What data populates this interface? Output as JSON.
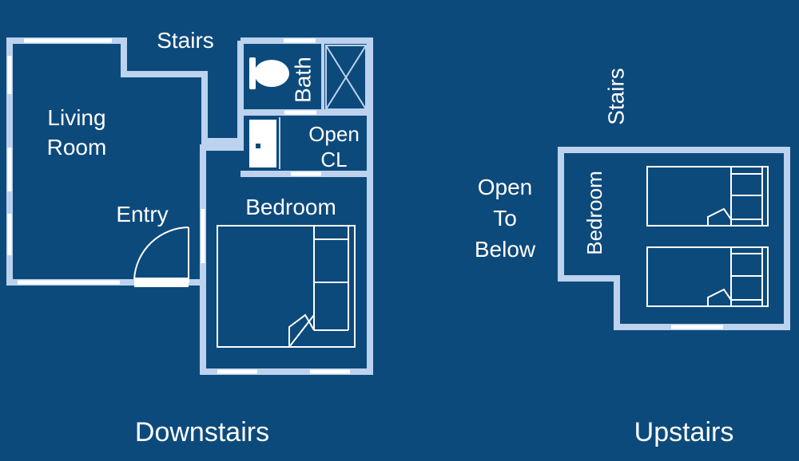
{
  "colors": {
    "background": "#0d4a7c",
    "wall": "#bcd2ee",
    "window": "#ffffff",
    "text": "#ffffff"
  },
  "downstairs": {
    "caption": "Downstairs",
    "labels": {
      "living_room_line1": "Living",
      "living_room_line2": "Room",
      "entry": "Entry",
      "stairs": "Stairs",
      "bath": "Bath",
      "closet_line1": "Open",
      "closet_line2": "CL",
      "bedroom": "Bedroom"
    }
  },
  "upstairs": {
    "caption": "Upstairs",
    "labels": {
      "stairs": "Stairs",
      "bedroom": "Bedroom",
      "open_line1": "Open",
      "open_line2": "To",
      "open_line3": "Below"
    }
  }
}
